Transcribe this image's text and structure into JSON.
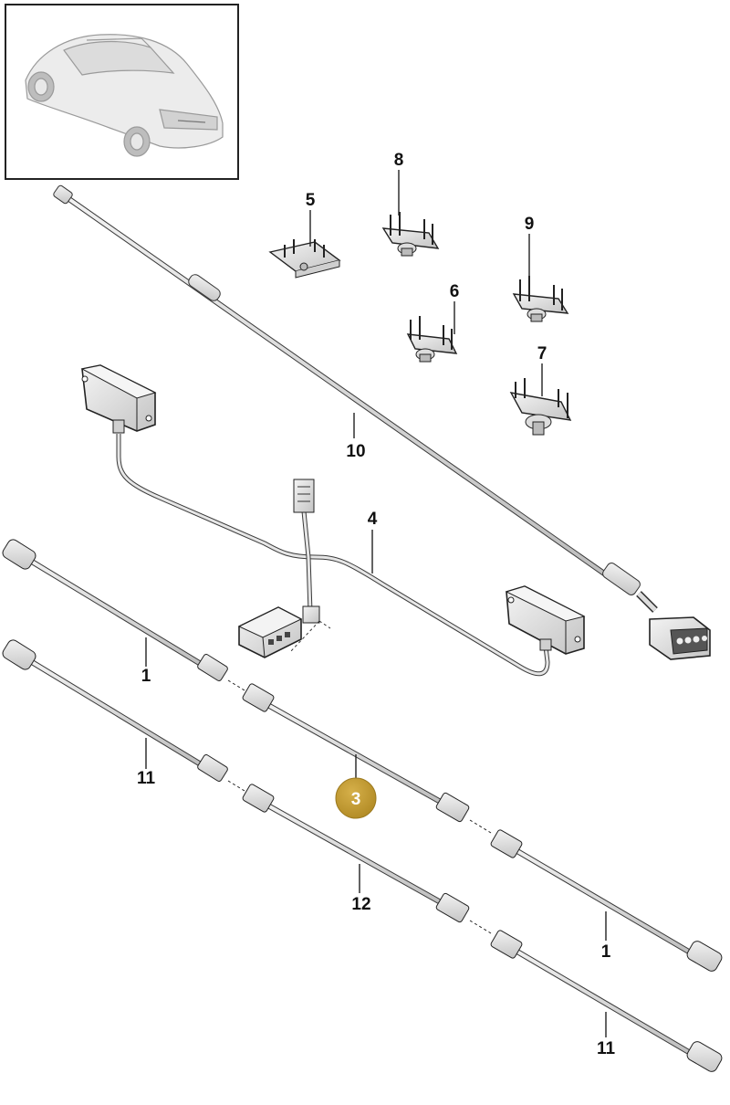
{
  "callouts": {
    "c1_upper": "1",
    "c1_lower": "1",
    "c3": "3",
    "c4": "4",
    "c5": "5",
    "c6": "6",
    "c7": "7",
    "c8": "8",
    "c9": "9",
    "c10": "10",
    "c11_upper": "11",
    "c11_lower": "11",
    "c12": "12"
  },
  "colors": {
    "line": "#3a3a3a",
    "part_fill": "#e4e4e4",
    "part_shade": "#c9c9c9",
    "highlight_badge": "#c19a2e"
  },
  "inset": {
    "icon": "car-rear-view-icon"
  }
}
